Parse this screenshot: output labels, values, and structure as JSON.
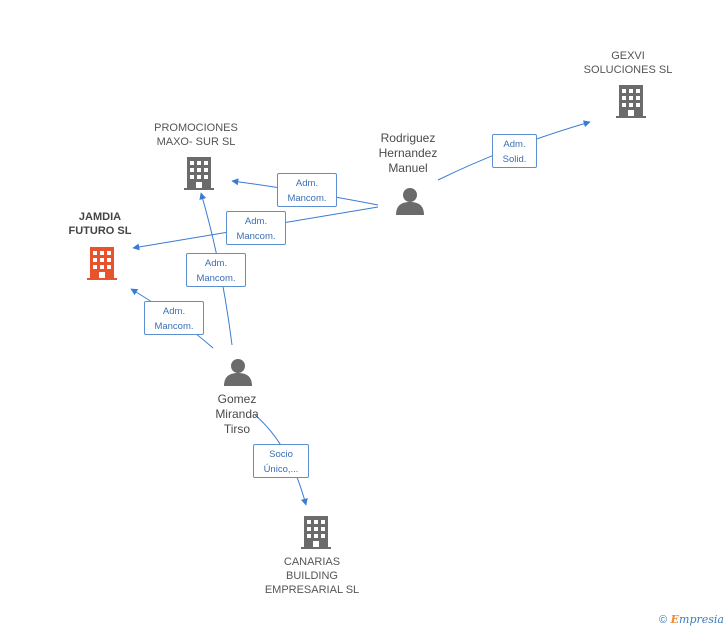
{
  "nodes": {
    "gexvi": {
      "label": "GEXVI\nSOLUCIONES SL",
      "icon": "building-icon"
    },
    "promociones": {
      "label": "PROMOCIONES\nMAXO- SUR SL",
      "icon": "building-icon"
    },
    "jamdia": {
      "label": "JAMDIA\nFUTURO SL",
      "icon": "building-icon",
      "color": "#e8532b"
    },
    "canarias": {
      "label": "CANARIAS\nBUILDING\nEMPRESARIAL SL",
      "icon": "building-icon"
    },
    "rodriguez": {
      "label": "Rodriguez\nHernandez\nManuel",
      "icon": "person-icon"
    },
    "gomez": {
      "label": "Gomez\nMiranda\nTirso",
      "icon": "person-icon"
    }
  },
  "edges": {
    "rod_gexvi": "Adm.\nSolid.",
    "rod_promo": "Adm.\nMancom.",
    "rod_jamdia": "Adm.\nMancom.",
    "gomez_promo": "Adm.\nMancom.",
    "gomez_jamdia": "Adm.\nMancom.",
    "gomez_canarias": "Socio\nÚnico,..."
  },
  "colors": {
    "edge": "#3a7bd5",
    "building": "#6b6b6b",
    "main": "#e8532b",
    "person": "#6b6b6b"
  },
  "footer": {
    "copyright": "©",
    "brand_initial": "E",
    "brand_rest": "mpresia"
  }
}
